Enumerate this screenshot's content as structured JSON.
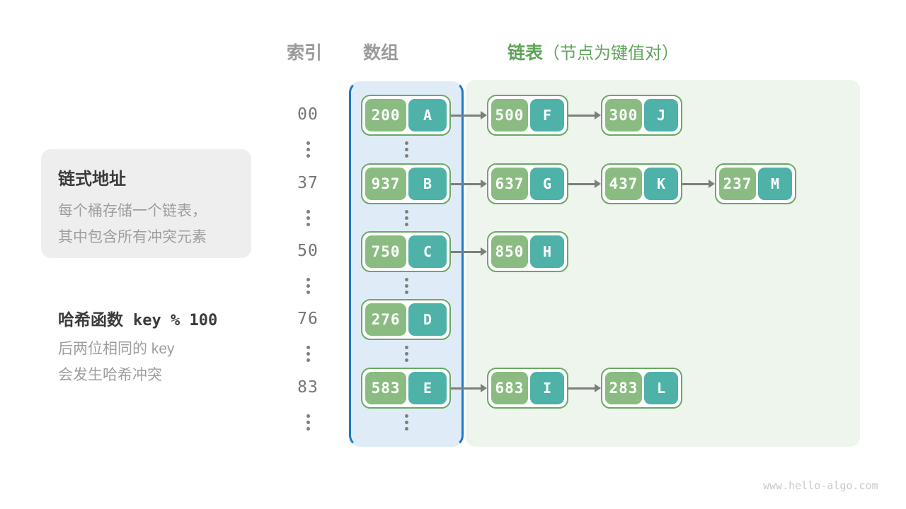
{
  "header": {
    "index_label": "索引",
    "array_label": "数组",
    "list_label": "链表",
    "list_note": "（节点为键值对）"
  },
  "info_box": {
    "title": "链式地址",
    "lines": [
      "每个桶存储一个链表，",
      "其中包含所有冲突元素"
    ]
  },
  "hash_note": {
    "label": "哈希函数",
    "formula": "key % 100",
    "lines": [
      "后两位相同的 key",
      "会发生哈希冲突"
    ]
  },
  "buckets": [
    {
      "index": "00",
      "pair": {
        "key": "200",
        "value": "A"
      },
      "chain": [
        {
          "key": "500",
          "value": "F"
        },
        {
          "key": "300",
          "value": "J"
        }
      ]
    },
    {
      "index": "37",
      "pair": {
        "key": "937",
        "value": "B"
      },
      "chain": [
        {
          "key": "637",
          "value": "G"
        },
        {
          "key": "437",
          "value": "K"
        },
        {
          "key": "237",
          "value": "M"
        }
      ]
    },
    {
      "index": "50",
      "pair": {
        "key": "750",
        "value": "C"
      },
      "chain": [
        {
          "key": "850",
          "value": "H"
        }
      ]
    },
    {
      "index": "76",
      "pair": {
        "key": "276",
        "value": "D"
      },
      "chain": []
    },
    {
      "index": "83",
      "pair": {
        "key": "583",
        "value": "E"
      },
      "chain": [
        {
          "key": "683",
          "value": "I"
        },
        {
          "key": "283",
          "value": "L"
        }
      ]
    }
  ],
  "watermark": "www.hello-algo.com",
  "colors": {
    "key_cell": "#8abc82",
    "value_cell": "#4eb2a9",
    "node_border": "#6aa963",
    "array_fill": "#dfecf7",
    "array_border": "#1f7ac0",
    "list_fill": "#edf5ed",
    "arrow_gray": "#7e7e7e",
    "header_gray": "#9a9a9a",
    "header_green": "#5fa35a"
  }
}
